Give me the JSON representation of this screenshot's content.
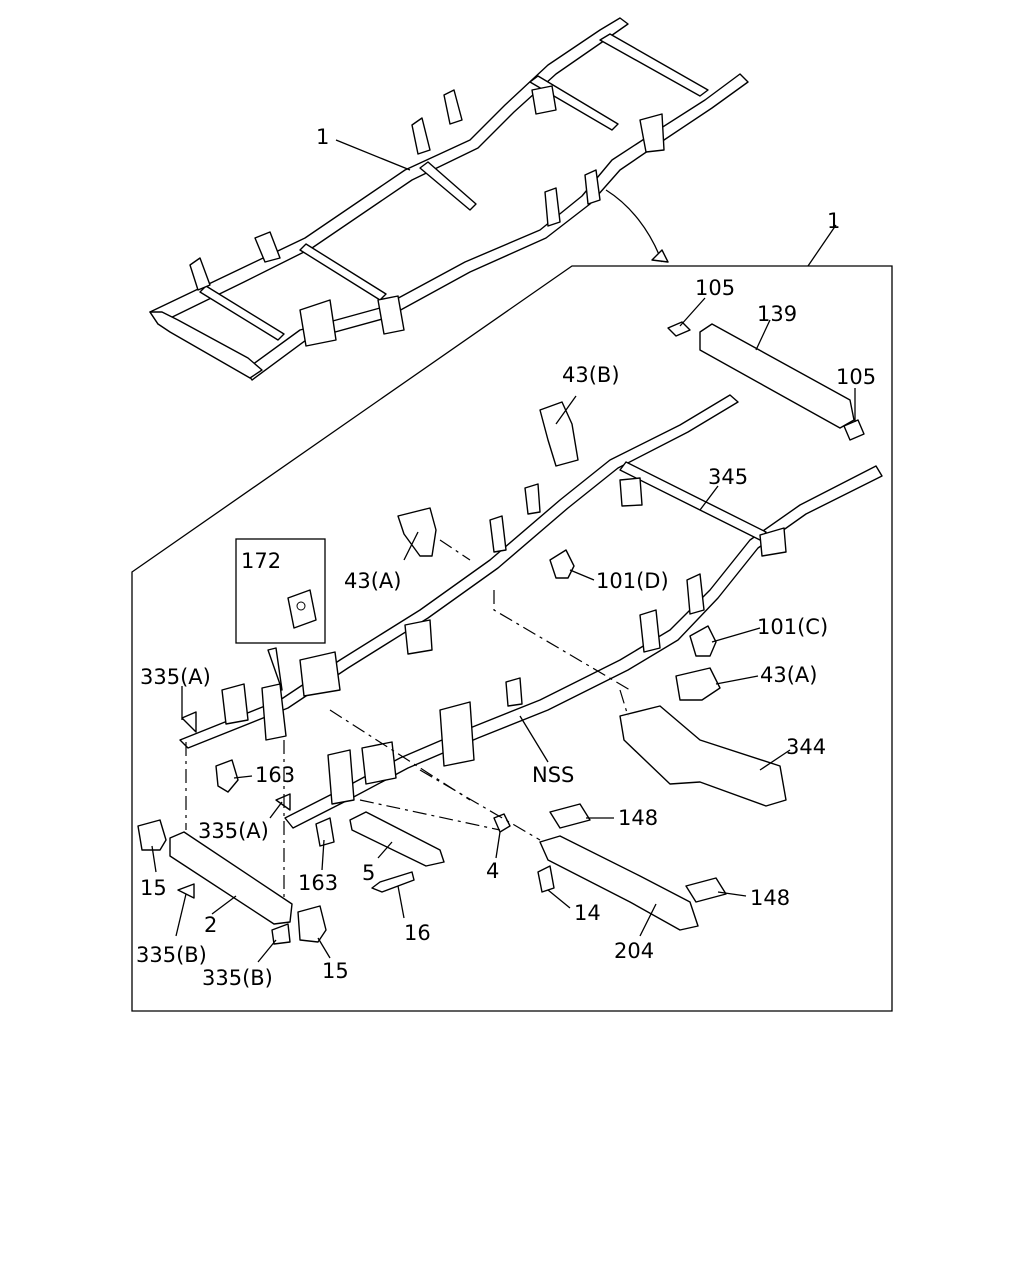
{
  "labels": {
    "frame_top": "1",
    "frame_detail": "1",
    "l105a": "105",
    "l139": "139",
    "l105b": "105",
    "l43b": "43(B)",
    "l345": "345",
    "l43a_left": "43(A)",
    "l101d": "101(D)",
    "l172": "172",
    "l101c": "101(C)",
    "l335a_top": "335(A)",
    "l43a_right": "43(A)",
    "l344": "344",
    "l163a": "163",
    "lnss": "NSS",
    "l335a_mid": "335(A)",
    "l148a": "148",
    "l4": "4",
    "l5": "5",
    "l163b": "163",
    "l15a": "15",
    "l14": "14",
    "l148b": "148",
    "l2": "2",
    "l16": "16",
    "l335b_left": "335(B)",
    "l204": "204",
    "l335b_mid": "335(B)",
    "l15b": "15"
  }
}
